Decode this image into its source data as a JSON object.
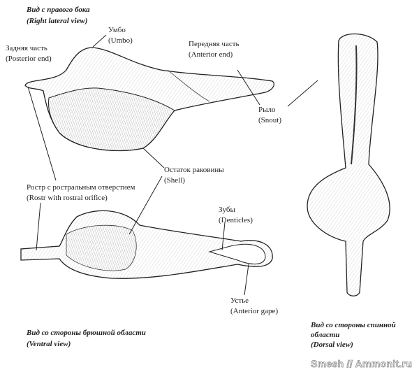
{
  "titles": {
    "lateral_ru": "Вид с правого бока",
    "lateral_en": "(Right lateral view)",
    "ventral_ru": "Вид со стороны брюшной области",
    "ventral_en": "(Ventral view)",
    "dorsal_ru1": "Вид со стороны спинной",
    "dorsal_ru2": "области",
    "dorsal_en": "(Dorsal view)"
  },
  "labels": {
    "umbo_ru": "Умбо",
    "umbo_en": "(Umbo)",
    "posterior_ru": "Задняя часть",
    "posterior_en": "(Posterior end)",
    "anterior_ru": "Передняя часть",
    "anterior_en": "(Anterior end)",
    "snout_ru": "Рыло",
    "snout_en": "(Snout)",
    "shell_ru": "Остаток раковины",
    "shell_en": "(Shell)",
    "rostr_ru": "Ростр с ростральным отверстием",
    "rostr_en": "(Rostr with rostral orifice)",
    "denticles_ru": "Зубы",
    "denticles_en": "(Denticles)",
    "gape_ru": "Устье",
    "gape_en": "(Anterior gape)"
  },
  "watermark": "Smesh // Ammonit.ru"
}
